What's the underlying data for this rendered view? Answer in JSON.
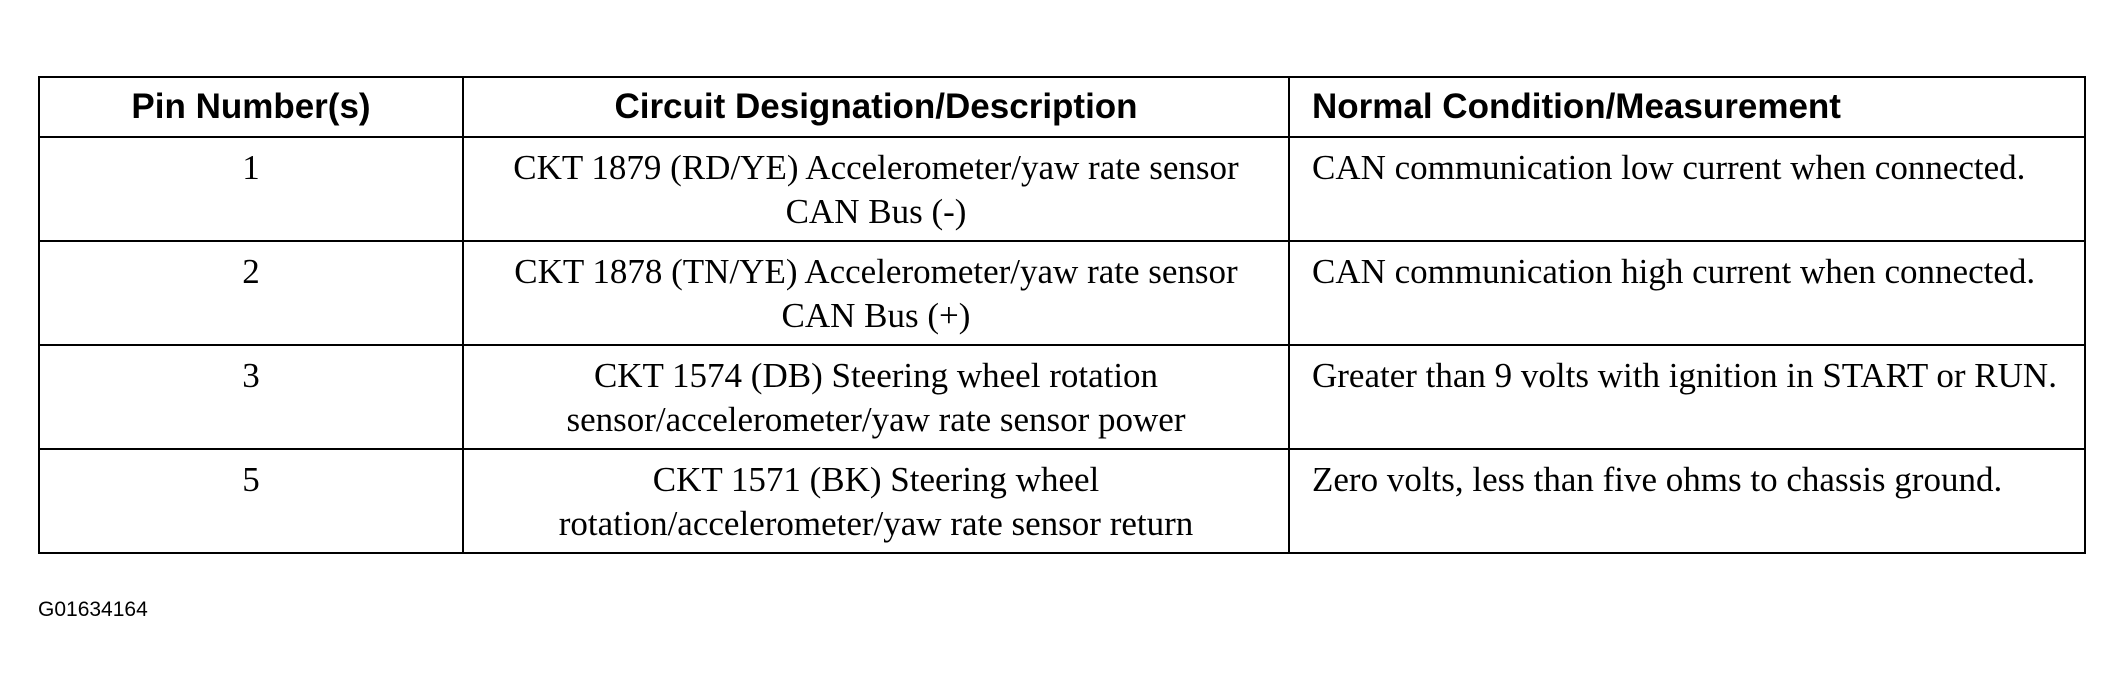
{
  "table": {
    "headers": [
      "Pin Number(s)",
      "Circuit Designation/Description",
      "Normal Condition/Measurement"
    ],
    "rows": [
      {
        "pin": "1",
        "circuit": "CKT 1879 (RD/YE) Accelerometer/yaw rate sensor CAN Bus (-)",
        "condition": "CAN communication low current when connected."
      },
      {
        "pin": "2",
        "circuit": "CKT 1878 (TN/YE) Accelerometer/yaw rate sensor CAN Bus (+)",
        "condition": "CAN communication high current when connected."
      },
      {
        "pin": "3",
        "circuit": "CKT 1574 (DB) Steering wheel rotation sensor/accelerometer/yaw rate sensor power",
        "condition": "Greater than 9 volts with ignition in START or RUN."
      },
      {
        "pin": "5",
        "circuit": "CKT 1571 (BK) Steering wheel rotation/accelerometer/yaw rate sensor return",
        "condition": "Zero volts, less than five ohms to chassis ground."
      }
    ]
  },
  "figure_id": "G01634164"
}
